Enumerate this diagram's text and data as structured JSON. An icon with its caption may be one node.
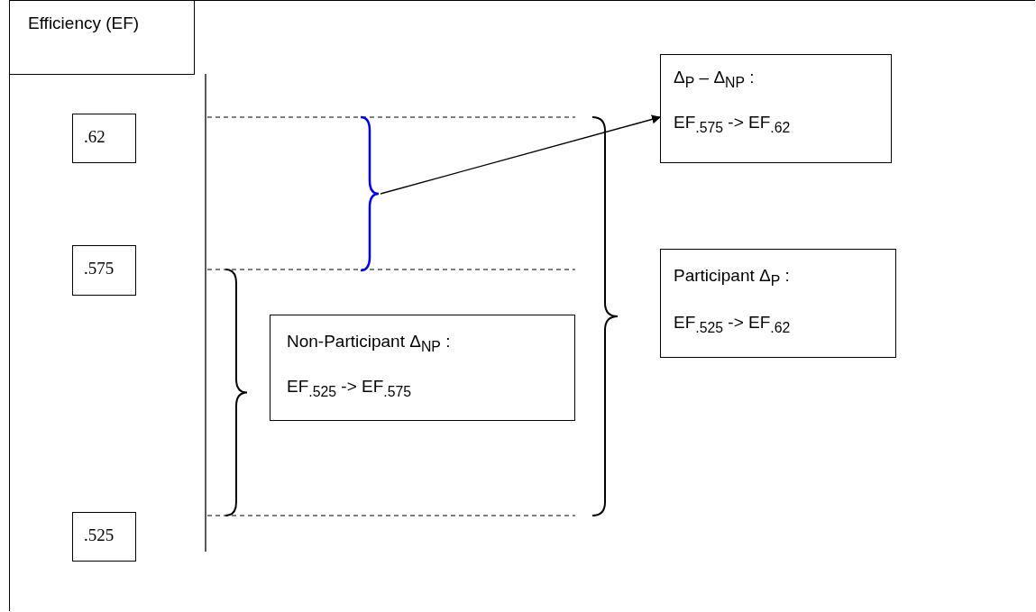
{
  "diagram": {
    "nodes": [
      {
        "text": [
          "Efficiency (EF)"
        ]
      },
      {
        "text": [
          ".62"
        ]
      },
      {
        "text": [
          ".575"
        ]
      },
      {
        "text": [
          ".525"
        ]
      },
      {
        "text": [
          "Δ$_{P}$ – Δ$_{NP}$ :",
          "EF$_{.575}$ -> EF$_{.62}$"
        ]
      },
      {
        "text": [
          "Participant Δ$_{P}$ :",
          "EF$_{.525}$ -> EF$_{.62}$"
        ]
      },
      {
        "text": [
          "Non-Participant Δ$_{NP}$ :",
          "EF$_{.525}$ -> EF$_{.575}$"
        ]
      },
      {
        "text": [],
        "shape": "bracket"
      }
    ],
    "edges": [
      {
        "from": 7,
        "to": 4,
        "arrow": "to"
      }
    ]
  }
}
